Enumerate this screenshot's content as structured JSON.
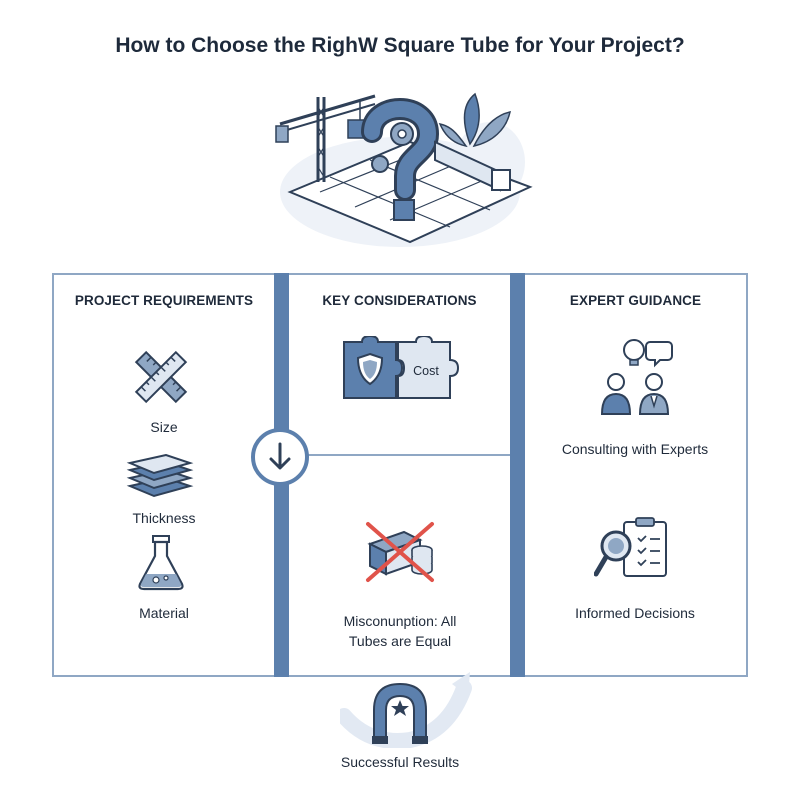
{
  "title": "How to Choose the RighW Square Tube for Your Project?",
  "columns": {
    "project_requirements": {
      "heading": "PROJECT REQUIREMENTS",
      "items": [
        "Size",
        "Thickness",
        "Material"
      ]
    },
    "key_considerations": {
      "heading": "KEY CONSIDERATIONS",
      "puzzle_label": "Cost",
      "misconception": "Misconunption: All Tubes are Equal"
    },
    "expert_guidance": {
      "heading": "EXPERT GUIDANCE",
      "items": [
        "Consulting with Experts",
        "Informed Decisions"
      ]
    }
  },
  "footer": {
    "label": "Successful Results"
  },
  "colors": {
    "accent": "#5c80ad",
    "frame": "#8fa7c4",
    "cross": "#e0534a",
    "dark": "#2f4058"
  }
}
